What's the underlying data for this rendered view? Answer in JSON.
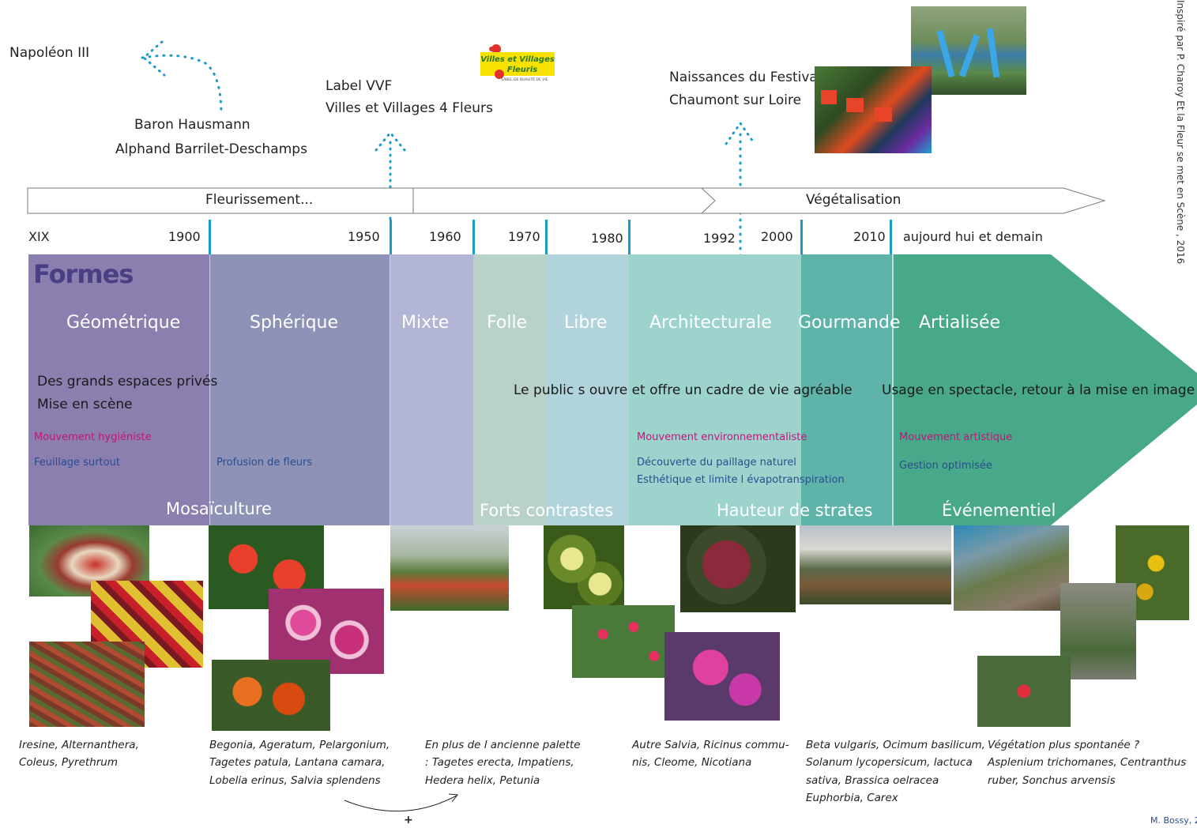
{
  "history": {
    "napoleon": "Napoléon III",
    "haussmann_line1": "Baron Hausmann",
    "haussmann_line2": "Alphand  Barrilet-Deschamps",
    "vvf_line1": "Label VVF",
    "vvf_line2": "Villes et Villages 4 Fleurs",
    "festival_line1": "Naissances du Festival",
    "festival_line2": "Chaumont sur Loire"
  },
  "vvf_logo": {
    "line1": "Villes et Villages",
    "line2": "Fleuris",
    "line3": "LABEL DE QUALITÉ DE VIE"
  },
  "arrows": {
    "first": "Fleurissement...",
    "second": "Végétalisation"
  },
  "years": [
    "XIX",
    "1900",
    "1950",
    "1960",
    "1970",
    "1980",
    "1992",
    "2000",
    "2010",
    "aujourd  hui et demain"
  ],
  "section_title": "Formes",
  "periods": [
    {
      "label": "Géométrique",
      "color": "#8a7fae"
    },
    {
      "label": "Sphérique",
      "color": "#8d92b6"
    },
    {
      "label": "Mixte",
      "color": "#b3b5d6"
    },
    {
      "label": "Folle",
      "color": "#b9d2c8"
    },
    {
      "label": "Libre",
      "color": "#b1d4dc"
    },
    {
      "label": "Architecturale",
      "color": "#9dd3cd"
    },
    {
      "label": "Gourmande",
      "color": "#5fb4a9"
    },
    {
      "label": "Artialisée",
      "color": "#48a88a"
    }
  ],
  "descriptions": {
    "private_line1": "Des grands espaces privés",
    "private_line2": "Mise en scène",
    "public": "Le public s  ouvre et offre un cadre de vie agréable",
    "spectacle": "Usage en spectacle, retour à la mise en image ?"
  },
  "movements": {
    "hygieniste": "Mouvement hygiéniste",
    "environnement": "Mouvement environnementaliste",
    "artistique": "Mouvement artistique"
  },
  "practices": {
    "feuillage": "Feuillage surtout",
    "profusion": "Profusion de fleurs",
    "paillage_line1": "Découverte du paillage naturel",
    "paillage_line2": "Esthétique et limite l  évapotranspiration",
    "gestion": "Gestion optimisée"
  },
  "themes": {
    "mosaiculture": "Mosaïculture",
    "contrastes": "Forts contrastes",
    "strates": "Hauteur de strates",
    "evenementiel": "Événementiel"
  },
  "species": {
    "s1_line1": "Iresine, Alternanthera,",
    "s1_line2": "Coleus, Pyrethrum",
    "s2_line1": "Begonia, Ageratum, Pelargonium,",
    "s2_line2": "Tagetes patula, Lantana camara,",
    "s2_line3": "Lobelia erinus, Salvia splendens",
    "s3_line1": "En plus de l  ancienne palette",
    "s3_line2": ": Tagetes erecta, Impatiens,",
    "s3_line3": "Hedera helix, Petunia",
    "s4_line1": "Autre Salvia, Ricinus commu-",
    "s4_line2": "nis, Cleome, Nicotiana",
    "s5_line1": "Beta vulgaris, Ocimum basilicum,",
    "s5_line2": "Solanum lycopersicum, lactuca",
    "s5_line3": "sativa, Brassica oelracea",
    "s5_line4": "Euphorbia, Carex",
    "s6_line1": "Végétation plus spontanée ?",
    "s6_line2": "Asplenium trichomanes, Centranthus",
    "s6_line3": "ruber, Sonchus arvensis"
  },
  "plus_sign": "+",
  "credit_vertical": "Inspiré par P. Charoy    Et la Fleur se met en Scène  , 2016",
  "credit_bottom": "M. Bossy, 2"
}
